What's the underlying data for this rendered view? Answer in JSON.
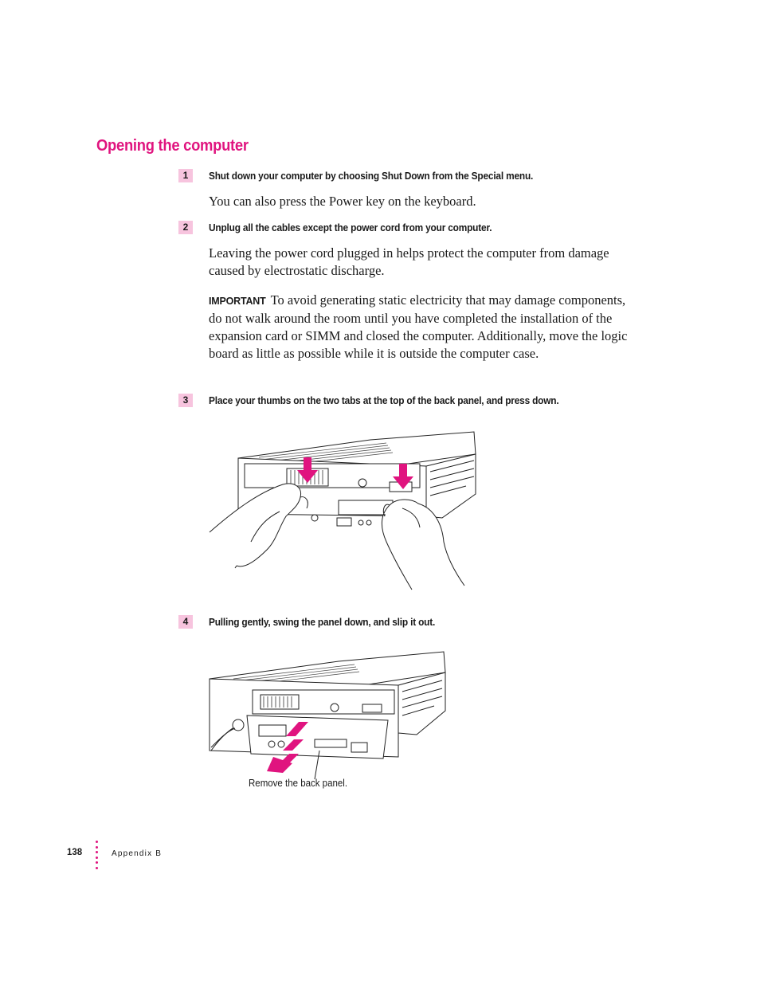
{
  "section": {
    "title": "Opening the computer"
  },
  "steps": [
    {
      "number": "1",
      "text": "Shut down your computer by choosing Shut Down from the Special menu."
    },
    {
      "number": "2",
      "text": "Unplug all the cables except the power cord from your computer."
    },
    {
      "number": "3",
      "text": "Place your thumbs on the two tabs at the top of the back panel, and press down."
    },
    {
      "number": "4",
      "text": "Pulling gently, swing the panel down, and slip it out."
    }
  ],
  "paragraphs": {
    "step1_note": "You can also press the Power key on the keyboard.",
    "step2_note": "Leaving the power cord plugged in helps protect the computer from damage caused by electrostatic discharge."
  },
  "important": {
    "label": "IMPORTANT",
    "text": "To avoid generating static electricity that may damage components, do not walk around the room until you have completed the installation of the expansion card or SIMM and closed the computer. Additionally, move the logic board as little as possible while it is outside the computer case."
  },
  "figures": {
    "figure2_caption": "Remove the back panel."
  },
  "footer": {
    "page_number": "138",
    "section_label": "Appendix B"
  },
  "colors": {
    "accent": "#e0147f",
    "step_badge": "#f7c4de"
  }
}
